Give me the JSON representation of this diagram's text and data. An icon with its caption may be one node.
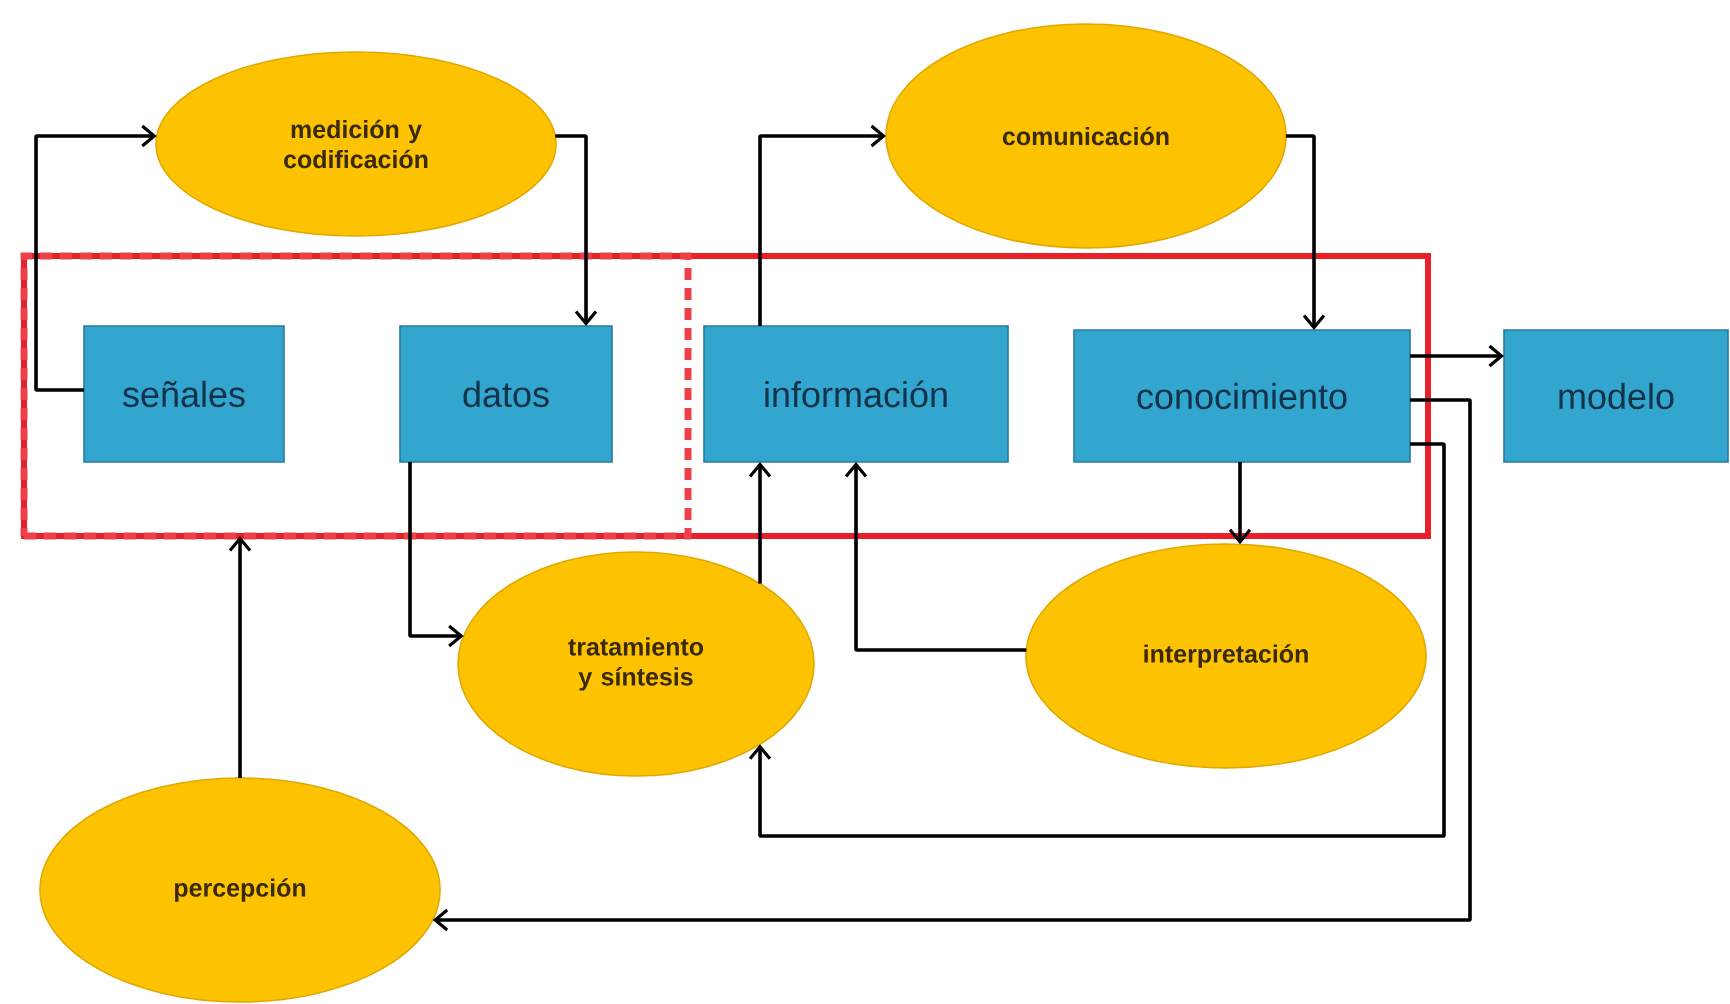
{
  "diagram": {
    "nodes": [
      {
        "text": [],
        "shape": "box"
      },
      {
        "text": [],
        "shape": "box",
        "in": 0
      },
      {
        "text": [
          "señales"
        ],
        "in": 1
      },
      {
        "text": [
          "datos"
        ],
        "in": 1
      },
      {
        "text": [
          "información"
        ],
        "in": 0
      },
      {
        "text": [
          "conocimiento"
        ],
        "in": 0
      },
      {
        "text": [
          "medición y codificación"
        ]
      },
      {
        "text": [
          "comunicación"
        ]
      },
      {
        "text": [
          "modelo"
        ]
      },
      {
        "text": [
          "tratamiento y síntesis"
        ]
      },
      {
        "text": [
          "interpretación"
        ]
      },
      {
        "text": [
          "percepción"
        ]
      }
    ],
    "edges": [
      {
        "from": 2,
        "to": 6,
        "arrow": "to"
      },
      {
        "from": 6,
        "to": 3,
        "arrow": "to"
      },
      {
        "from": 4,
        "to": 7,
        "arrow": "to"
      },
      {
        "from": 7,
        "to": 5,
        "arrow": "to"
      },
      {
        "from": 5,
        "to": 8,
        "arrow": "to"
      },
      {
        "from": 5,
        "to": 10,
        "arrow": "to"
      },
      {
        "from": 3,
        "to": 9,
        "arrow": "to"
      },
      {
        "from": 9,
        "to": 4,
        "arrow": "to"
      },
      {
        "from": 10,
        "to": 4,
        "arrow": "to"
      },
      {
        "from": 5,
        "to": 9,
        "arrow": "to"
      },
      {
        "from": 5,
        "to": 11,
        "arrow": "to"
      },
      {
        "from": 11,
        "to": 1,
        "arrow": "to"
      }
    ]
  }
}
